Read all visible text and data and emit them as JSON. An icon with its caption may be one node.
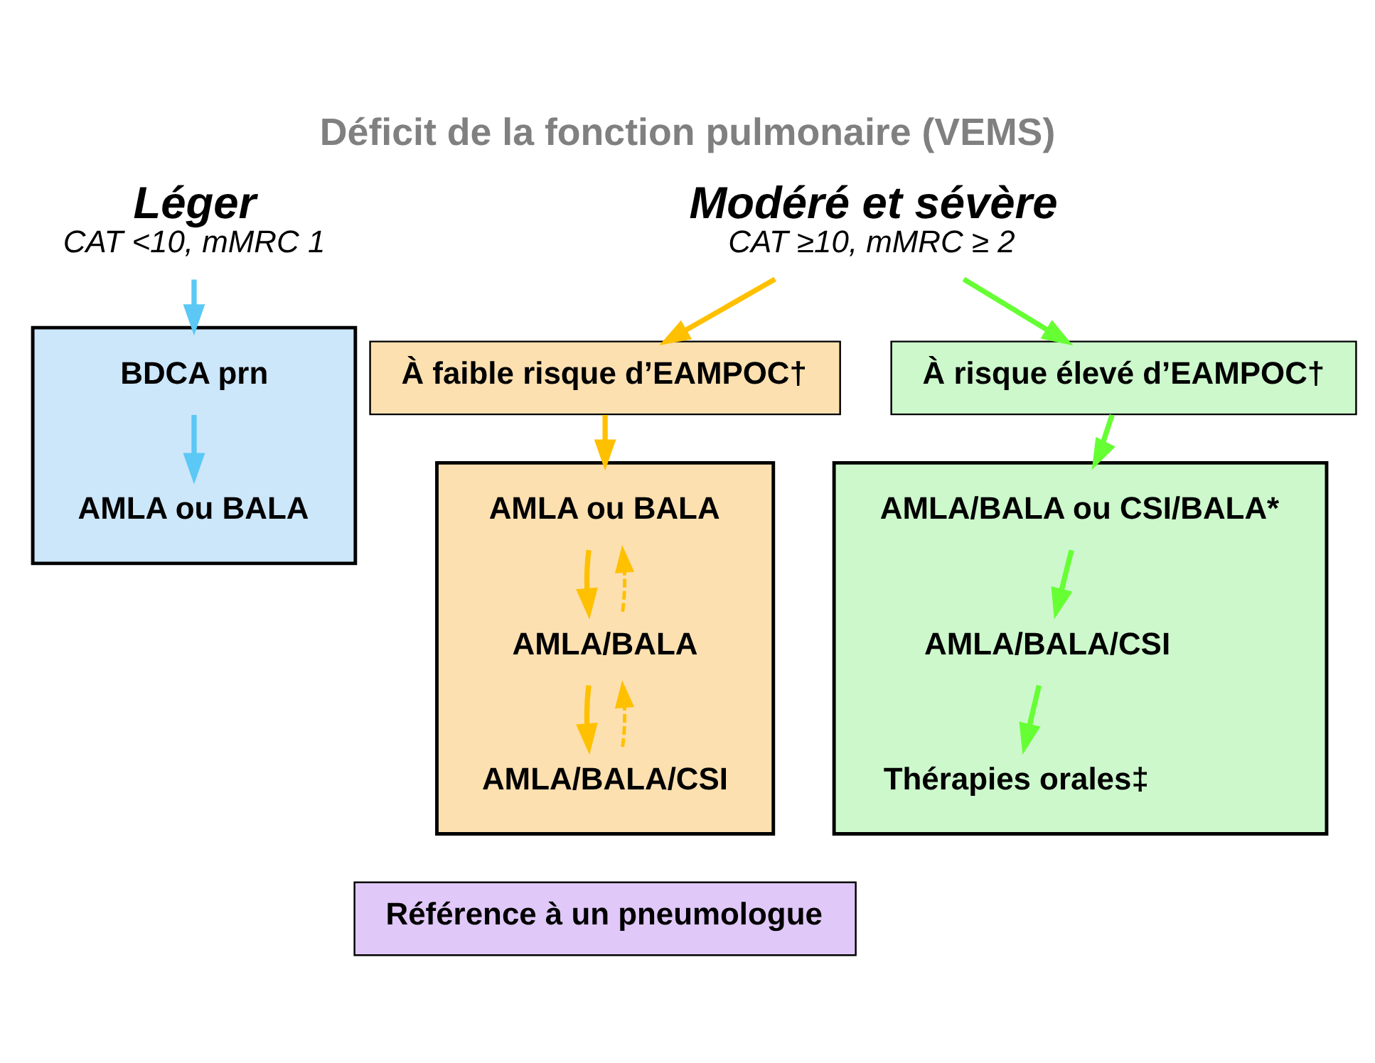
{
  "diagram": {
    "title": "Déficit de la fonction pulmonaire (VEMS)",
    "nodes": [
      {
        "text": [
          "Léger",
          "CAT <10, mMRC 1"
        ]
      },
      {
        "text": [
          "Modéré et sévère",
          "CAT ≥10, mMRC ≥ 2"
        ]
      },
      {
        "text": [
          "À faible risque d’EAMPOC†"
        ]
      },
      {
        "text": [
          "À risque élevé d’EAMPOC†"
        ]
      },
      {
        "text": [],
        "shape": "box"
      },
      {
        "text": [
          "BDCA prn"
        ],
        "in": 4
      },
      {
        "text": [
          "AMLA ou BALA"
        ],
        "in": 4
      },
      {
        "text": [],
        "shape": "box"
      },
      {
        "text": [
          "AMLA ou BALA"
        ],
        "in": 7
      },
      {
        "text": [
          "AMLA/BALA"
        ],
        "in": 7
      },
      {
        "text": [
          "AMLA/BALA/CSI"
        ],
        "in": 7
      },
      {
        "text": [],
        "shape": "box"
      },
      {
        "text": [
          "AMLA/BALA ou CSI/BALA*"
        ],
        "in": 11
      },
      {
        "text": [
          "AMLA/BALA/CSI"
        ],
        "in": 11
      },
      {
        "text": [
          "Thérapies orales‡"
        ],
        "in": 11
      },
      {
        "text": [
          "Référence à un pneumologue"
        ]
      }
    ],
    "edges": [
      {
        "from": 0,
        "to": 4,
        "arrow": "to",
        "color": "#5bc8f5"
      },
      {
        "from": 5,
        "to": 6,
        "arrow": "to",
        "color": "#5bc8f5"
      },
      {
        "from": 1,
        "to": 2,
        "arrow": "to",
        "color": "#ffc000"
      },
      {
        "from": 1,
        "to": 3,
        "arrow": "to",
        "color": "#66ff33"
      },
      {
        "from": 2,
        "to": 7,
        "arrow": "to",
        "color": "#ffc000"
      },
      {
        "from": 3,
        "to": 11,
        "arrow": "to",
        "color": "#66ff33"
      },
      {
        "from": 8,
        "to": 9,
        "arrow": "to",
        "color": "#ffc000"
      },
      {
        "from": 9,
        "to": 8,
        "arrow": "to",
        "style": "dashed",
        "color": "#ffc000"
      },
      {
        "from": 9,
        "to": 10,
        "arrow": "to",
        "color": "#ffc000"
      },
      {
        "from": 10,
        "to": 9,
        "arrow": "to",
        "style": "dashed",
        "color": "#ffc000"
      },
      {
        "from": 12,
        "to": 13,
        "arrow": "to",
        "color": "#66ff33"
      },
      {
        "from": 13,
        "to": 14,
        "arrow": "to",
        "color": "#66ff33"
      }
    ]
  }
}
